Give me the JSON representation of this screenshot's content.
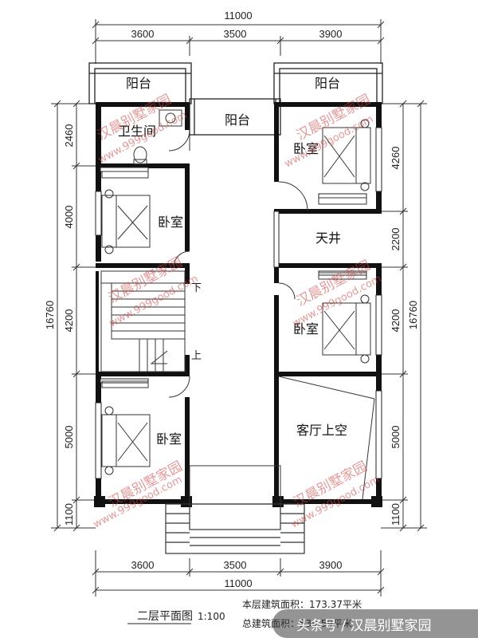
{
  "dimensions": {
    "top_total": "11000",
    "top_segments": [
      "3600",
      "3500",
      "3900"
    ],
    "bottom_segments": [
      "3600",
      "3500",
      "3900"
    ],
    "bottom_total": "11000",
    "left_total": "16760",
    "left_segments": [
      "2460",
      "4000",
      "4200",
      "5000",
      "1100"
    ],
    "right_total": "16760",
    "right_segments": [
      "4260",
      "2200",
      "4200",
      "5000",
      "1100"
    ]
  },
  "rooms": {
    "balcony_left": "阳台",
    "balcony_right": "阳台",
    "balcony_center": "阳台",
    "bathroom": "卫生间",
    "bedroom_left_1": "卧室",
    "bedroom_right_1": "卧室",
    "courtyard": "天井",
    "bedroom_right_2": "卧室",
    "bedroom_left_2": "卧室",
    "living_void": "客厅上空",
    "stair_down": "下",
    "stair_up": "上"
  },
  "watermarks": {
    "brand": "汉晨别墅家园",
    "url": "www.999good.com"
  },
  "caption": {
    "title": "二层平面图",
    "scale": "1:100",
    "floor_area": "本层建筑面积：173.37平米",
    "total_area": "总建筑面积：539.59平米"
  },
  "source_badge": "头条号 / 汉晨别墅家园"
}
